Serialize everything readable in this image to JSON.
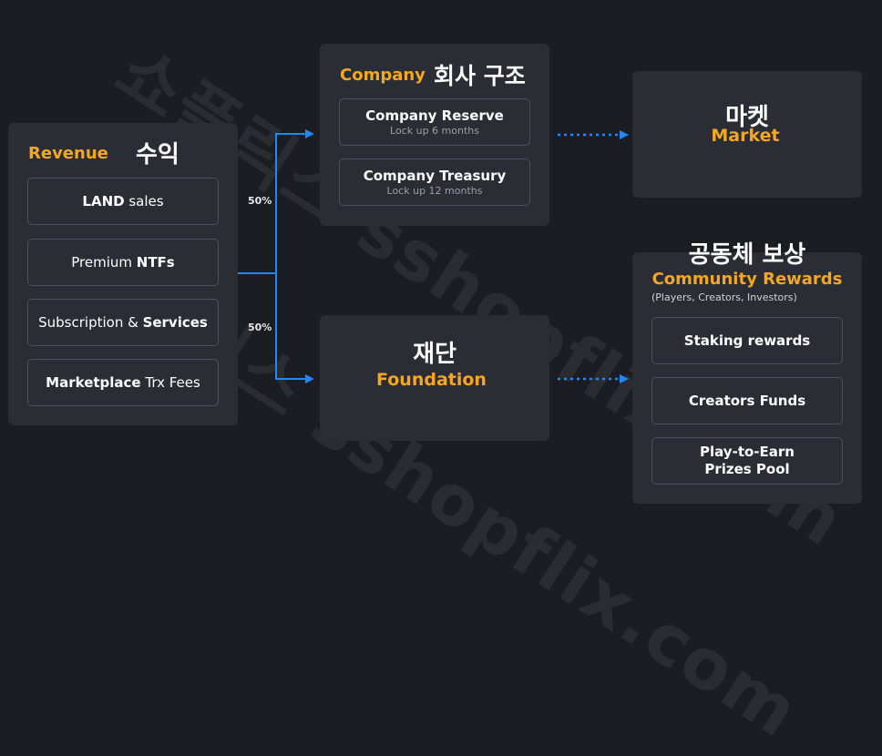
{
  "revenue": {
    "title": "Revenue",
    "title_kr": "수익",
    "items": [
      {
        "bold": "LAND",
        "text": " sales"
      },
      {
        "text": "Premium ",
        "bold": "NTFs"
      },
      {
        "text": "Subscription & ",
        "bold": "Services"
      },
      {
        "bold": "Marketplace",
        "text": " Trx Fees"
      }
    ]
  },
  "split": {
    "top": "50%",
    "bottom": "50%"
  },
  "company": {
    "title": "Company",
    "title_kr": "회사 구조",
    "items": [
      {
        "label": "Company Reserve",
        "sub": "Lock up 6 months"
      },
      {
        "label": "Company Treasury",
        "sub": "Lock up 12 months"
      }
    ]
  },
  "market": {
    "title_kr": "마켓",
    "title": "Market"
  },
  "foundation": {
    "title_kr": "재단",
    "title": "Foundation"
  },
  "community": {
    "title_kr": "공동체 보상",
    "title": "Community Rewards",
    "subtitle": "(Players, Creators, Investors)",
    "items": [
      "Staking rewards",
      "Creators Funds",
      "Play-to-Earn Prizes Pool"
    ]
  },
  "watermark": "쇼플릭스 sshopflix.com",
  "colors": {
    "accent": "#f5a623",
    "arrow": "#1e88ff",
    "panel": "#2a2d33",
    "background": "#1b1d22"
  }
}
